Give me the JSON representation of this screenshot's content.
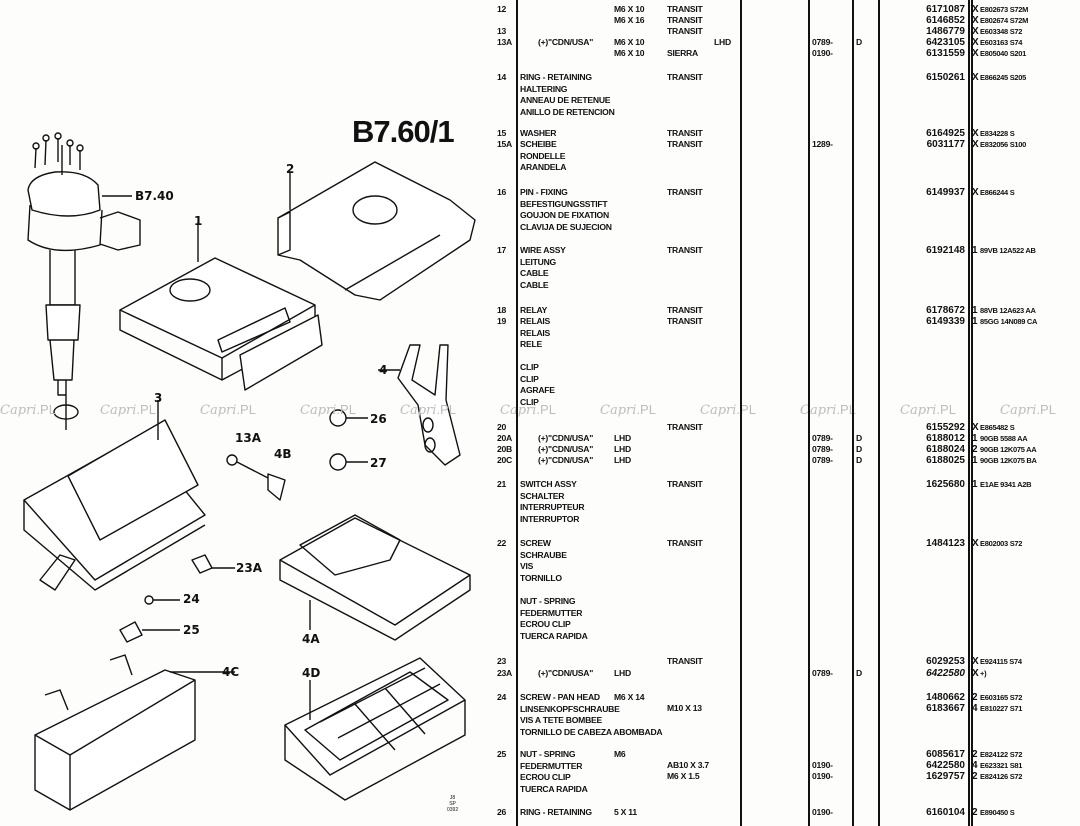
{
  "page_code": "B7.60/1",
  "watermark": {
    "script": "Capri",
    "suffix": ".PL"
  },
  "diagram": {
    "callouts": {
      "distributor_ref": "B7.40",
      "c1": "1",
      "c2": "2",
      "c3": "3",
      "c4": "4",
      "c4a": "4A",
      "c4b": "4B",
      "c4c": "4C",
      "c4d": "4D",
      "c13a": "13A",
      "c23a": "23A",
      "c24": "24",
      "c25": "25",
      "c26": "26",
      "c27": "27"
    },
    "stamp": [
      "J8",
      "SP",
      "0392"
    ]
  },
  "rows": [
    {
      "ref": "12",
      "size": "M6 X 10",
      "model": "TRANSIT",
      "partno": "6171087",
      "qty": "X",
      "eng": "E802673 S72M"
    },
    {
      "ref": "",
      "size": "M6 X 16",
      "model": "TRANSIT",
      "partno": "6146852",
      "qty": "X",
      "eng": "E802674 S72M"
    },
    {
      "ref": "13",
      "model": "TRANSIT",
      "partno": "1486779",
      "qty": "X",
      "eng": "E603348 S72"
    },
    {
      "ref": "13A",
      "note": "(+)\"CDN/USA\"",
      "size": "M6 X 10",
      "drive": "LHD",
      "date": "0789-",
      "code": "D",
      "partno": "6423105",
      "qty": "X",
      "eng": "E603163 S74"
    },
    {
      "ref": "",
      "size": "M6 X 10",
      "model": "SIERRA",
      "date": "0190-",
      "partno": "6131559",
      "qty": "X",
      "eng": "E805040 S201"
    },
    {
      "ref": "14",
      "desc": [
        "RING - RETAINING",
        "HALTERING",
        "ANNEAU DE RETENUE",
        "ANILLO DE RETENCION"
      ],
      "model": "TRANSIT",
      "partno": "6150261",
      "qty": "X",
      "eng": "E866245 S205"
    },
    {
      "ref": "15",
      "desc": [
        "WASHER"
      ],
      "model": "TRANSIT",
      "partno": "6164925",
      "qty": "X",
      "eng": "E834228 S"
    },
    {
      "ref": "15A",
      "desc": [
        "SCHEIBE",
        "RONDELLE",
        "ARANDELA"
      ],
      "model": "TRANSIT",
      "date": "1289-",
      "partno": "6031177",
      "qty": "X",
      "eng": "E832056 S100"
    },
    {
      "ref": "16",
      "desc": [
        "PIN - FIXING",
        "BEFESTIGUNGSSTIFT",
        "GOUJON DE FIXATION",
        "CLAVIJA DE SUJECION"
      ],
      "model": "TRANSIT",
      "partno": "6149937",
      "qty": "X",
      "eng": "E866244 S"
    },
    {
      "ref": "17",
      "desc": [
        "WIRE ASSY",
        "LEITUNG",
        "CABLE",
        "CABLE"
      ],
      "model": "TRANSIT",
      "partno": "6192148",
      "qty": "1",
      "eng": "89VB 12A522 AB"
    },
    {
      "ref": "18",
      "desc": [
        "RELAY"
      ],
      "model": "TRANSIT",
      "partno": "6178672",
      "qty": "1",
      "eng": "88VB 12A623 AA"
    },
    {
      "ref": "19",
      "desc": [
        "RELAIS",
        "RELAIS",
        "RELE"
      ],
      "model": "TRANSIT",
      "partno": "6149339",
      "qty": "1",
      "eng": "85GG 14N089 CA"
    },
    {
      "ref": "",
      "desc": [
        "CLIP",
        "CLIP",
        "AGRAFE",
        "CLIP"
      ]
    },
    {
      "ref": "20",
      "model": "TRANSIT",
      "partno": "6155292",
      "qty": "X",
      "eng": "E865482 S"
    },
    {
      "ref": "20A",
      "note": "(+)\"CDN/USA\"",
      "size": "LHD",
      "date": "0789-",
      "code": "D",
      "partno": "6188012",
      "qty": "1",
      "eng": "90GB 5588 AA"
    },
    {
      "ref": "20B",
      "note": "(+)\"CDN/USA\"",
      "size": "LHD",
      "date": "0789-",
      "code": "D",
      "partno": "6188024",
      "qty": "2",
      "eng": "90GB 12K075 AA"
    },
    {
      "ref": "20C",
      "note": "(+)\"CDN/USA\"",
      "size": "LHD",
      "date": "0789-",
      "code": "D",
      "partno": "6188025",
      "qty": "1",
      "eng": "90GB 12K075 BA"
    },
    {
      "ref": "21",
      "desc": [
        "SWITCH ASSY",
        "SCHALTER",
        "INTERRUPTEUR",
        "INTERRUPTOR"
      ],
      "model": "TRANSIT",
      "partno": "1625680",
      "qty": "1",
      "eng": "E1AE 9341 A2B"
    },
    {
      "ref": "22",
      "desc": [
        "SCREW",
        "SCHRAUBE",
        "VIS",
        "TORNILLO"
      ],
      "model": "TRANSIT",
      "partno": "1484123",
      "qty": "X",
      "eng": "E802003 S72"
    },
    {
      "ref": "",
      "desc": [
        "NUT - SPRING",
        "FEDERMUTTER",
        "ECROU CLIP",
        "TUERCA RAPIDA"
      ]
    },
    {
      "ref": "23",
      "model": "TRANSIT",
      "partno": "6029253",
      "qty": "X",
      "eng": "E924115 S74"
    },
    {
      "ref": "23A",
      "note": "(+)\"CDN/USA\"",
      "size": "LHD",
      "date": "0789-",
      "code": "D",
      "partno": "6422580",
      "qty": "X",
      "eng": "+)",
      "italic": true
    },
    {
      "ref": "24",
      "desc": [
        "SCREW - PAN HEAD",
        "LINSENKOPFSCHRAUBE",
        "VIS A TETE BOMBEE",
        "TORNILLO DE CABEZA ABOMBADA"
      ],
      "model": "M6 X 14",
      "partno": "1480662",
      "qty": "2",
      "eng": "E603165 S72"
    },
    {
      "ref": "",
      "model": "M10 X 13",
      "partno": "6183667",
      "qty": "4",
      "eng": "E810227 S71"
    },
    {
      "ref": "25",
      "desc": [
        "NUT - SPRING",
        "FEDERMUTTER",
        "ECROU CLIP",
        "TUERCA RAPIDA"
      ],
      "model": "M6",
      "partno": "6085617",
      "qty": "2",
      "eng": "E824122 S72"
    },
    {
      "ref": "",
      "model": "AB10 X 3.7",
      "date": "0190-",
      "partno": "6422580",
      "qty": "4",
      "eng": "E623321 S81"
    },
    {
      "ref": "",
      "model": "M6 X 1.5",
      "date": "0190-",
      "partno": "1629757",
      "qty": "2",
      "eng": "E824126 S72"
    },
    {
      "ref": "26",
      "desc": [
        "RING - RETAINING"
      ],
      "model": "5 X 11",
      "date": "0190-",
      "partno": "6160104",
      "qty": "2",
      "eng": "E890450 S"
    }
  ]
}
